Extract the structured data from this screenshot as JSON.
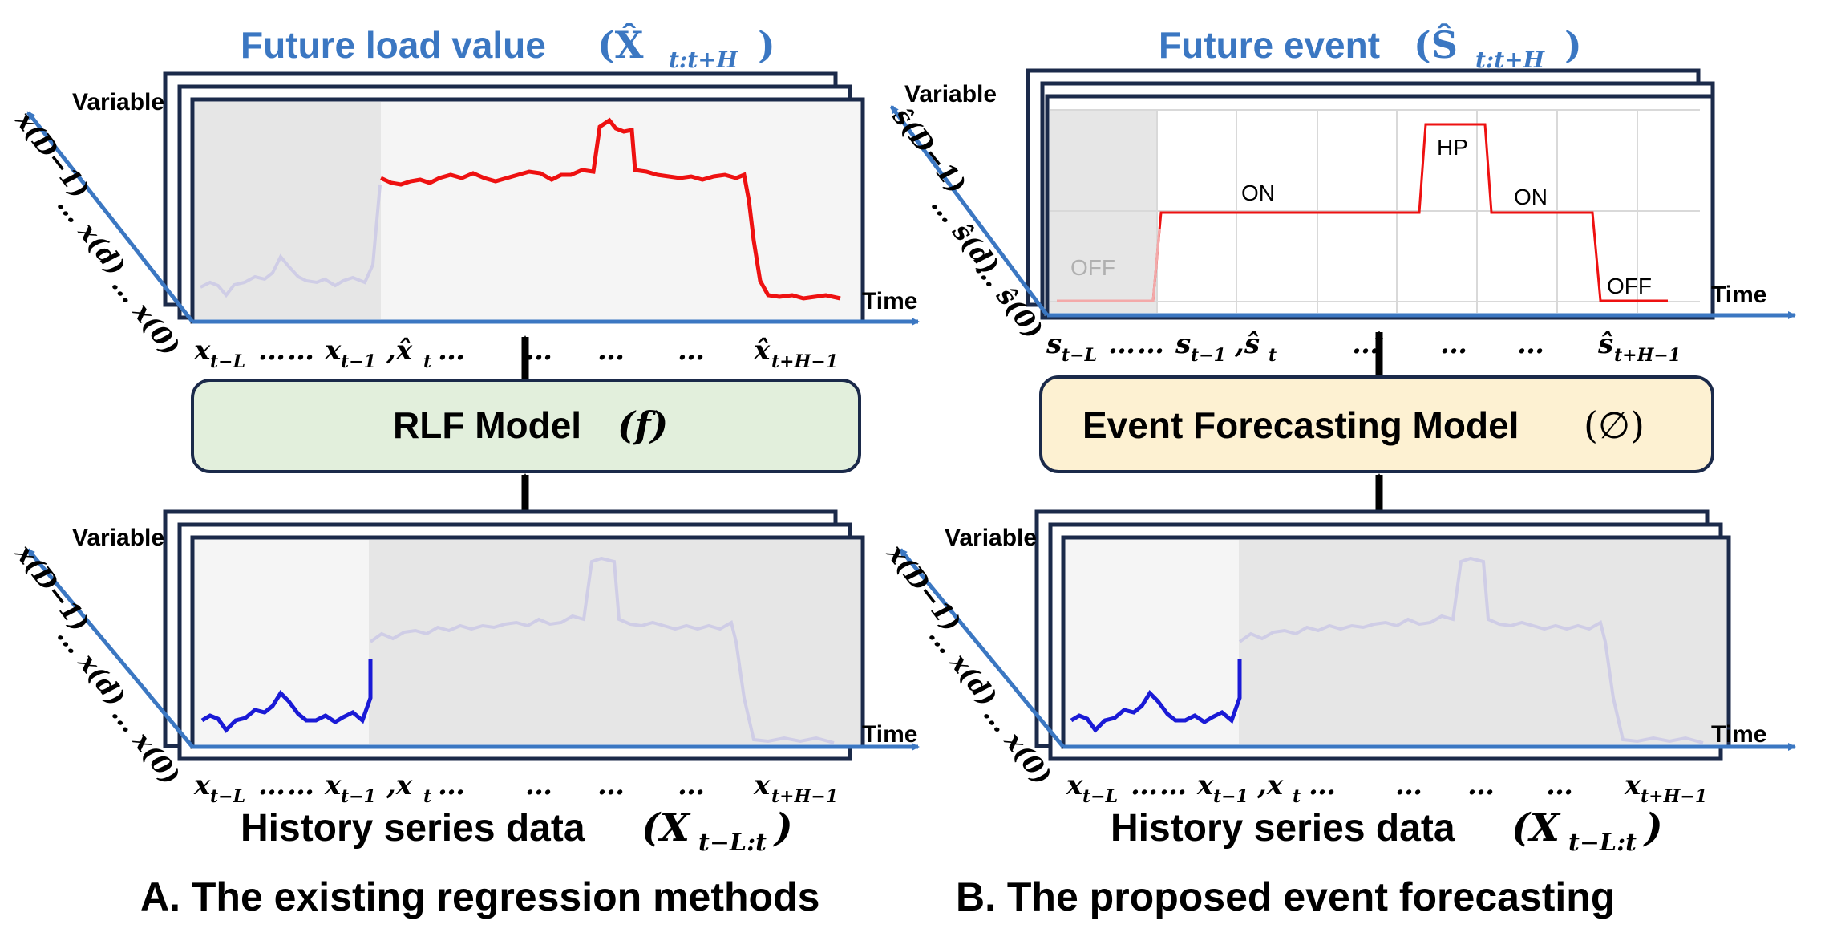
{
  "panel_a": {
    "top": {
      "title_text": "Future load value",
      "title_math": "(X̂",
      "title_sub": "t:t+H",
      "title_close": ")",
      "y_axis_label": "Variable",
      "x_axis_label": "Time",
      "diag_labels": [
        "x(D−1)",
        "… x(d)",
        "… x(0)"
      ],
      "ticks": [
        {
          "base": "x",
          "sub": "t−L"
        },
        {
          "base": "…"
        },
        {
          "base": "…"
        },
        {
          "base": "x",
          "sub": "t−1"
        },
        {
          "base": ",x̂",
          "sub": "t"
        },
        {
          "base": "…"
        },
        {
          "base": "…"
        },
        {
          "base": "…"
        },
        {
          "base": "…"
        },
        {
          "base": "x̂",
          "sub": "t+H−1"
        }
      ]
    },
    "model": {
      "name": "RLF Model",
      "symbol": "(f)",
      "fill": "#e2efdc"
    },
    "bottom": {
      "y_axis_label": "Variable",
      "x_axis_label": "Time",
      "diag_labels": [
        "x(D−1)",
        "… x(d)",
        "… x(0)"
      ],
      "ticks": [
        {
          "base": "x",
          "sub": "t−L"
        },
        {
          "base": "…"
        },
        {
          "base": "…"
        },
        {
          "base": "x",
          "sub": "t−1"
        },
        {
          "base": ",x",
          "sub": "t"
        },
        {
          "base": "…"
        },
        {
          "base": "…"
        },
        {
          "base": "…"
        },
        {
          "base": "…"
        },
        {
          "base": "x",
          "sub": "t+H−1"
        }
      ],
      "caption_text": "History series data",
      "caption_math": "(X",
      "caption_sub": "t−L:t",
      "caption_close": ")"
    },
    "section_label": "A. The existing regression methods"
  },
  "panel_b": {
    "top": {
      "title_text": "Future event",
      "title_math": "(Ŝ",
      "title_sub": "t:t+H",
      "title_close": ")",
      "y_axis_label": "Variable",
      "x_axis_label": "Time",
      "diag_labels": [
        "ŝ(D−1)",
        "… ŝ(d)",
        "… ŝ(0)"
      ],
      "states": [
        "OFF",
        "ON",
        "HP",
        "ON",
        "OFF"
      ],
      "ticks": [
        {
          "base": "s",
          "sub": "t−L"
        },
        {
          "base": "…"
        },
        {
          "base": "…"
        },
        {
          "base": "s",
          "sub": "t−1"
        },
        {
          "base": ",ŝ",
          "sub": "t"
        },
        {
          "base": "…"
        },
        {
          "base": "…"
        },
        {
          "base": "…"
        },
        {
          "base": "ŝ",
          "sub": "t+H−1"
        }
      ]
    },
    "model": {
      "name": "Event Forecasting Model",
      "symbol": "(∅)",
      "fill": "#fdf1d2"
    },
    "bottom": {
      "y_axis_label": "Variable",
      "x_axis_label": "Time",
      "diag_labels": [
        "x(D−1)",
        "… x(d)",
        "… x(0)"
      ],
      "ticks": [
        {
          "base": "x",
          "sub": "t−L"
        },
        {
          "base": "…"
        },
        {
          "base": "…"
        },
        {
          "base": "x",
          "sub": "t−1"
        },
        {
          "base": ",x",
          "sub": "t"
        },
        {
          "base": "…"
        },
        {
          "base": "…"
        },
        {
          "base": "…"
        },
        {
          "base": "…"
        },
        {
          "base": "x",
          "sub": "t+H−1"
        }
      ],
      "caption_text": "History series data",
      "caption_math": "(X",
      "caption_sub": "t−L:t",
      "caption_close": ")"
    },
    "section_label": "B. The proposed event forecasting"
  },
  "colors": {
    "accent_blue": "#3b77c2",
    "forecast_red": "#ee1111",
    "history_blue": "#1a1ad6",
    "faded_series": "#cfcde6",
    "shade_gray": "#e6e6e6",
    "panel_light": "#f5f5f5"
  }
}
